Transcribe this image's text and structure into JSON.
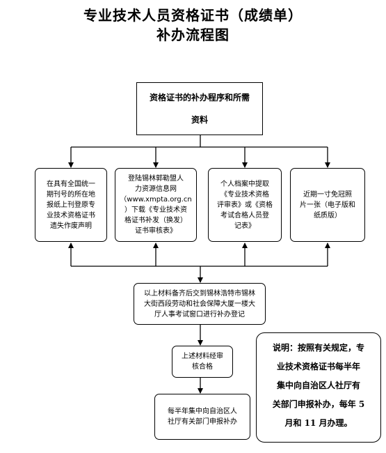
{
  "header": {
    "title_line1": "专业技术人员资格证书（成绩单）",
    "title_line2": "补办流程图"
  },
  "top_box": {
    "line1": "资格证书的补办程序和所需",
    "line2": "资料"
  },
  "requirements": [
    {
      "lines": [
        "在具有全国统一",
        "期刊号的所在地",
        "报纸上刊登原专",
        "业技术资格证书",
        "遗失作废声明"
      ]
    },
    {
      "lines": [
        "登陆锡林郭勒盟人",
        "力资源信息网",
        "（www.xmpta.org.cn",
        "）下载《专业技术资",
        "格证书补发（换发）",
        "证书审核表》"
      ]
    },
    {
      "lines": [
        "个人档案中提取",
        "《专业技术资格",
        "评审表》或《资格",
        "考试合格人员登",
        "记表》"
      ]
    },
    {
      "lines": [
        "近期一寸免冠照",
        "片一张（电子版和",
        "纸质版）"
      ]
    }
  ],
  "submit_box": {
    "lines": [
      "以上材料备齐后交到锡林浩特市锡林",
      "大街西段劳动和社会保障大厦一楼大",
      "厅人事考试窗口进行补办登记"
    ]
  },
  "review_box": {
    "lines": [
      "上述材料经审",
      "核合格"
    ]
  },
  "final_box": {
    "lines": [
      "每半年集中向自治区人",
      "社厅有关部门申报补办"
    ]
  },
  "note": {
    "lines": [
      "说明：按照有关规定，专",
      "业技术资格证书每半年",
      "集中向自治区人社厅有",
      "关部门申报补办，每年 5",
      "月和 11 月办理。"
    ]
  }
}
